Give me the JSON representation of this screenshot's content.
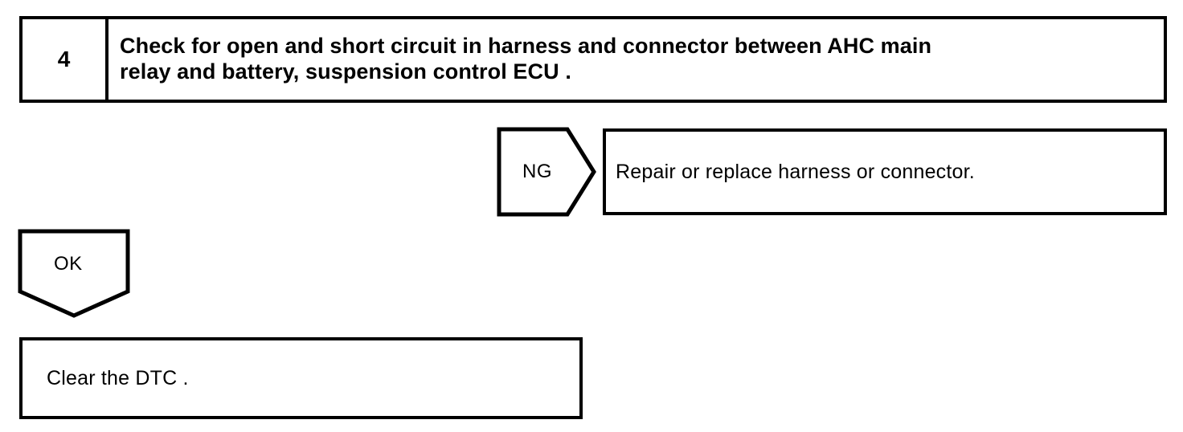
{
  "diagram": {
    "type": "troubleshooting-flowchart",
    "stroke_color": "#000000",
    "background_color": "#ffffff",
    "step": {
      "number": "4",
      "instruction": "Check for open and short circuit in harness and connector between AHC main\nrelay and battery, suspension control ECU ."
    },
    "branches": {
      "ng": {
        "label": "NG",
        "result": "Repair or replace harness or connector."
      },
      "ok": {
        "label": "OK",
        "result": "Clear the DTC ."
      }
    }
  }
}
